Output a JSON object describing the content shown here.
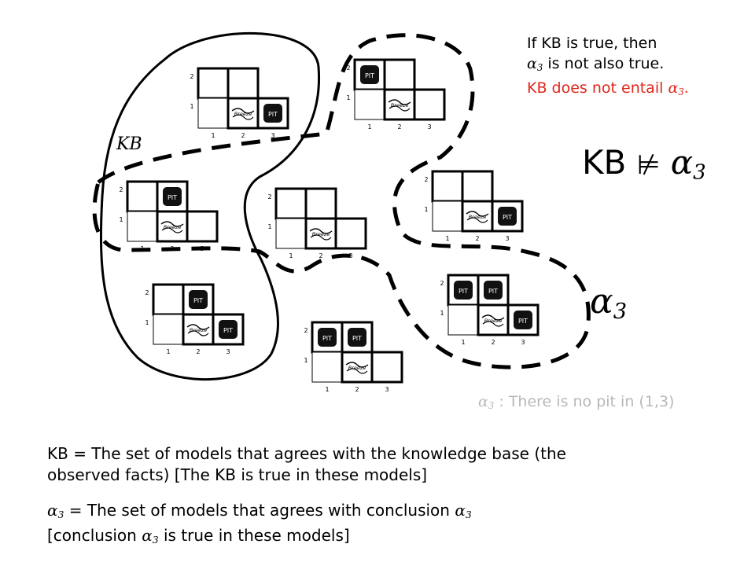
{
  "note": {
    "line1": "If KB is true, then",
    "line2_symbol": "α",
    "line2_sub": "3",
    "line2_text": " is not also true.",
    "line3_text": "KB does not entail ",
    "line3_symbol": "α",
    "line3_sub": "3",
    "line3_end": "."
  },
  "entailment": {
    "lhs": "KB",
    "relation": "⊭",
    "rhs_symbol": "α",
    "rhs_sub": "3"
  },
  "region_labels": {
    "kb": "KB",
    "alpha_symbol": "α",
    "alpha_sub": "3"
  },
  "alpha_definition": {
    "symbol": "α",
    "sub": "3",
    "text": " : There is no pit in (1,3)"
  },
  "bottom": {
    "kb_line1": "KB = The set of models that agrees with the knowledge base (the",
    "kb_line2": "observed facts) [The KB is true in these models]",
    "alpha_symbol": "α",
    "alpha_sub": "3",
    "alpha_line1_text": " = The set of models that agrees with conclusion ",
    "alpha_line1_symbol": "α",
    "alpha_line1_sub": "3",
    "alpha_line2_pre": "[conclusion ",
    "alpha_line2_symbol": "α",
    "alpha_line2_sub": "3",
    "alpha_line2_post": " is true in these models]"
  },
  "grid": {
    "col_labels": [
      "1",
      "2",
      "3"
    ],
    "row_labels": [
      "1",
      "2"
    ],
    "pit_label": "PIT",
    "breeze_label": "Breeze"
  },
  "models": [
    {
      "pits": [
        [
          3,
          1
        ]
      ]
    },
    {
      "pits": [
        [
          1,
          2
        ]
      ]
    },
    {
      "pits": [
        [
          2,
          2
        ]
      ]
    },
    {
      "pits": []
    },
    {
      "pits": [
        [
          3,
          1
        ]
      ]
    },
    {
      "pits": [
        [
          2,
          2
        ],
        [
          3,
          1
        ]
      ]
    },
    {
      "pits": [
        [
          1,
          2
        ],
        [
          2,
          2
        ],
        [
          3,
          1
        ]
      ]
    },
    {
      "pits": [
        [
          1,
          2
        ],
        [
          2,
          2
        ]
      ]
    }
  ]
}
